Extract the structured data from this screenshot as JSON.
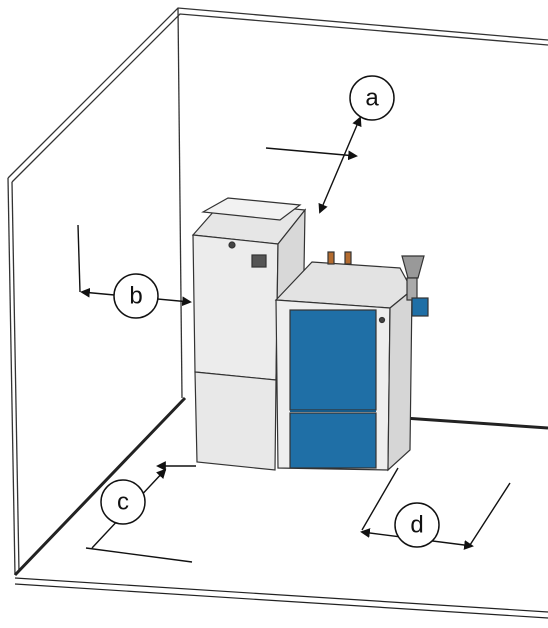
{
  "callouts": {
    "a": "a",
    "b": "b",
    "c": "c",
    "d": "d"
  },
  "colors": {
    "line": "#222222",
    "panel_blue": "#1f6fa6",
    "panel_blue_dark": "#175a88",
    "housing": "#ececec",
    "housing_shade": "#d9d9d9",
    "top_shade": "#e3e3e3"
  }
}
